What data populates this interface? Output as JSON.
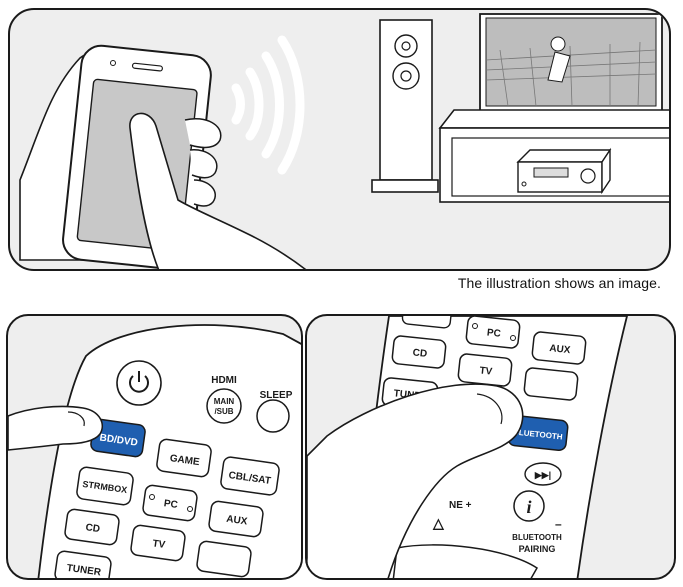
{
  "caption": "The illustration shows an image.",
  "icons": {
    "power": "power-icon",
    "info": "i",
    "skip": "▶▶|",
    "up": "△"
  },
  "remote_left": {
    "hdmi": "HDMI",
    "main": "MAIN",
    "sub": "/SUB",
    "sleep": "SLEEP",
    "bd_dvd": "BD/DVD",
    "game": "GAME",
    "cbl_sat": "CBL/SAT",
    "strmbox": "STRMBOX",
    "pc": "PC",
    "aux": "AUX",
    "cd": "CD",
    "tv": "TV",
    "tuner": "TUNER"
  },
  "remote_right": {
    "pc": "PC",
    "aux": "AUX",
    "cd": "CD",
    "tv": "TV",
    "tuner": "TUNER",
    "bluetooth": "BLUETOOTH",
    "zone_plus": "NE +",
    "bluetooth_pairing_1": "BLUETOOTH",
    "bluetooth_pairing_2": "PAIRING",
    "minus": "–"
  },
  "colors": {
    "highlight_blue": "#1f5fb0",
    "panel_bg": "#eeeeee",
    "outline": "#1a1a1a"
  }
}
